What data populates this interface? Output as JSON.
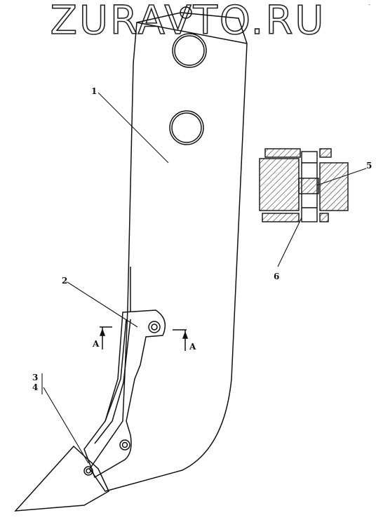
{
  "watermark": "ZURAVTO.RU",
  "corner_mark": "-",
  "callouts": {
    "c1": "1",
    "c2": "2",
    "c3": "3",
    "c4": "4",
    "c5": "5",
    "c6": "6",
    "section_left": "A",
    "section_right": "A"
  },
  "colors": {
    "line": "#111111",
    "hatch": "#333333"
  }
}
